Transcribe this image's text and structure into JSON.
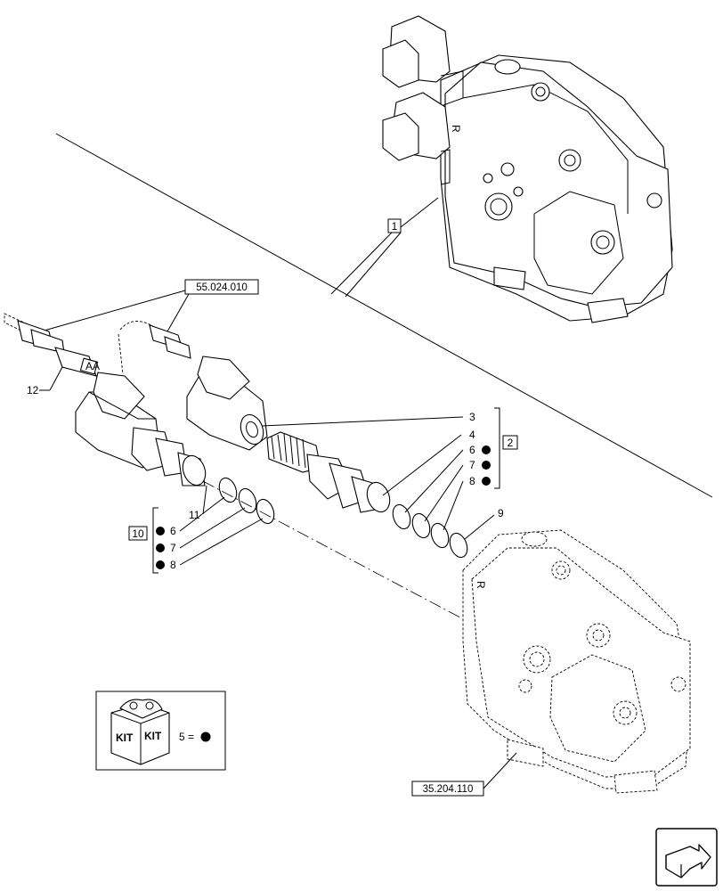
{
  "references": {
    "connector_ref": "55.024.010",
    "valve_ref": "35.204.110"
  },
  "callouts": {
    "main_assembly": "1",
    "cartridge_kit": "2",
    "solenoid_kit": "10",
    "coil": "3",
    "cartridge": "4",
    "ring_6": "6",
    "ring_7": "7",
    "ring_8": "8",
    "ring_9": "9",
    "solenoid_valve": "11",
    "connector": "12"
  },
  "legend": {
    "kit_text": "KIT",
    "kit_equals": "5 ="
  }
}
